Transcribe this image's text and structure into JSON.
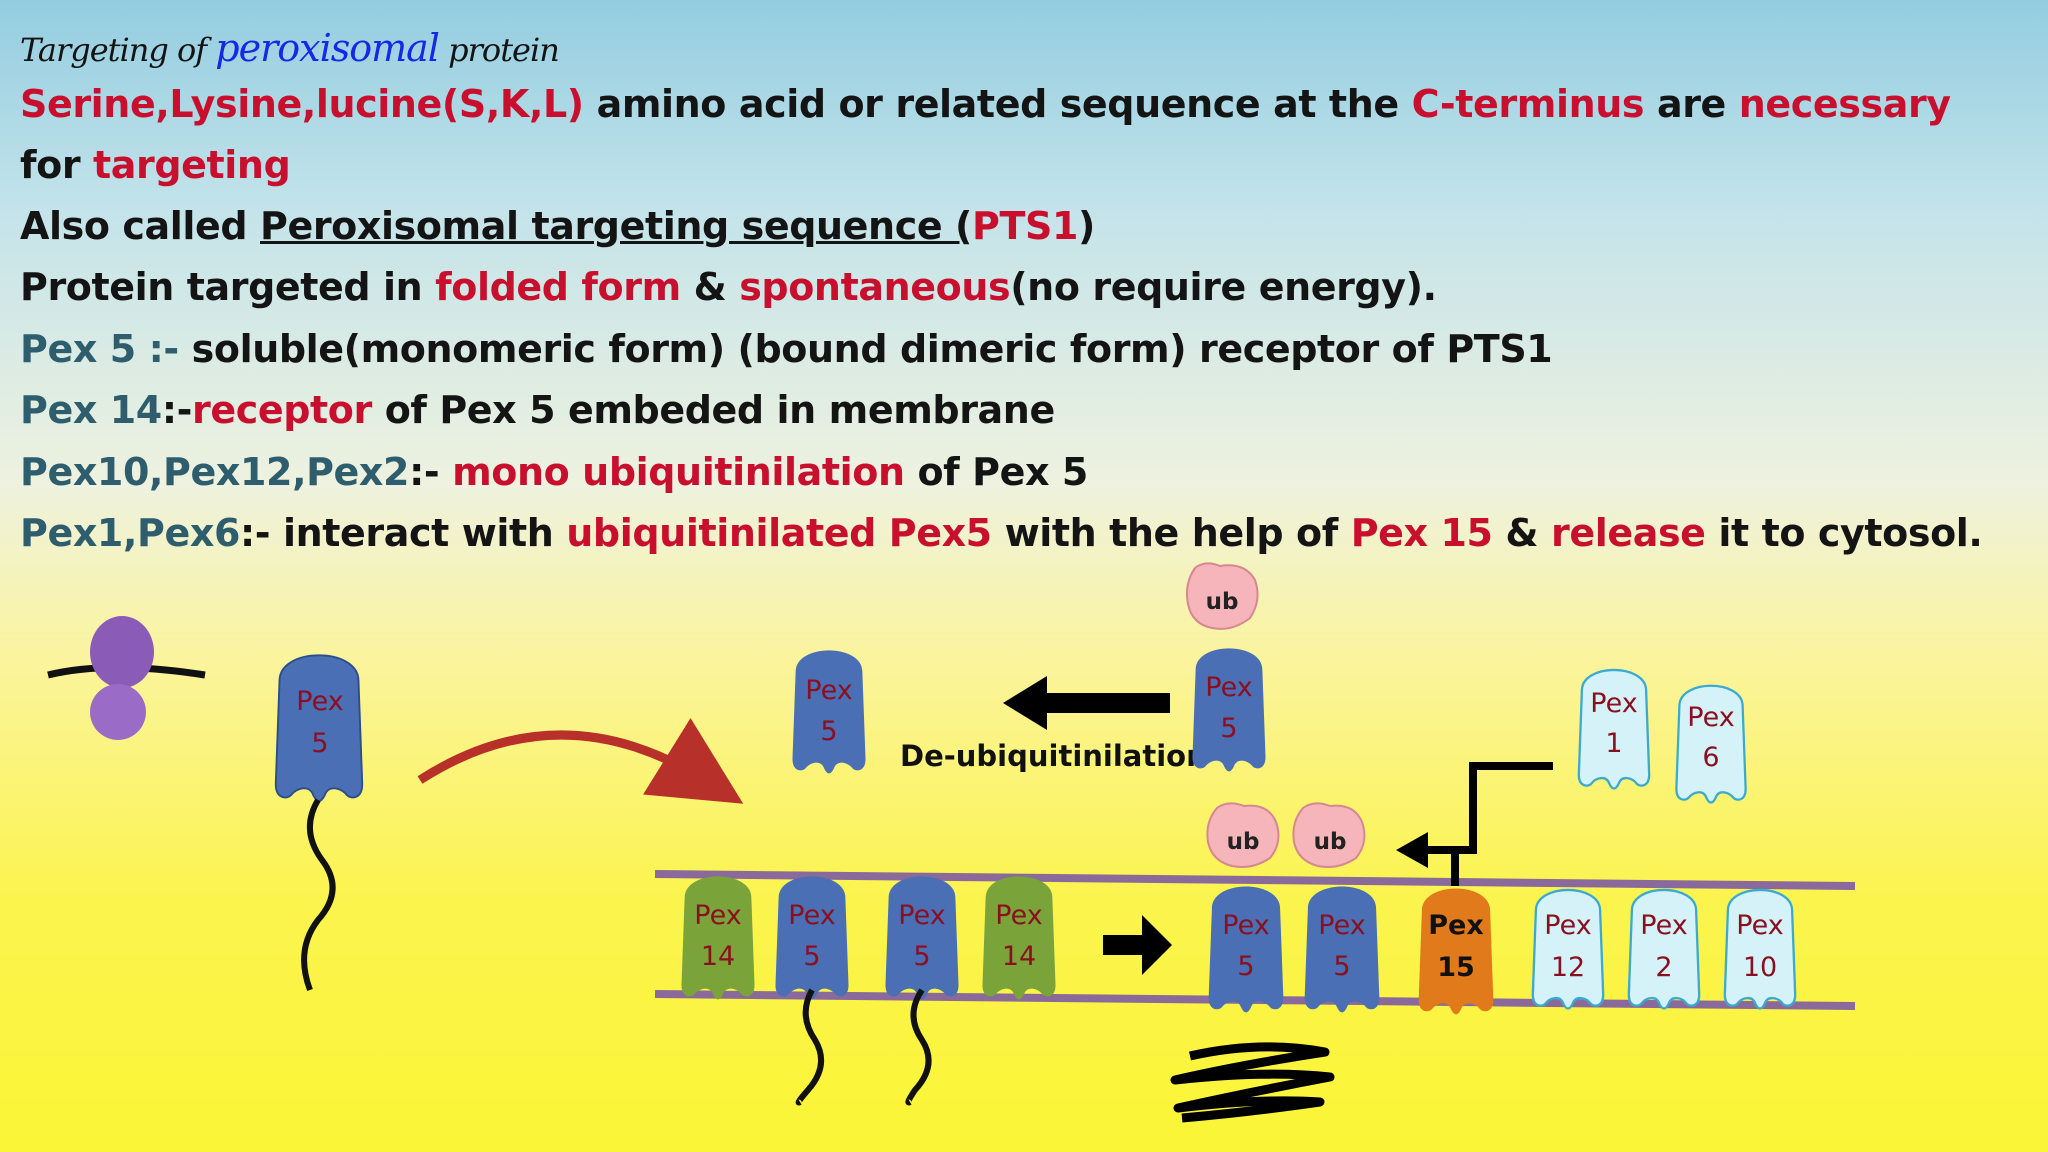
{
  "slide": {
    "title": {
      "prefix": "Targeting of ",
      "highlight": "peroxisomal",
      "suffix": " protein"
    },
    "lines": [
      {
        "a": "Serine,Lysine,lucine(S,K,L)",
        "b": " amino acid or related sequence at the ",
        "c": "C-terminus",
        "d": " are ",
        "e": "necessary"
      },
      {
        "a": "for ",
        "b": "targeting"
      },
      {
        "a": "Also called ",
        "b": "Peroxisomal targeting sequence (",
        "c": "PTS1",
        "d": ")"
      },
      {
        "a": "Protein targeted in ",
        "b": "folded form",
        "c": " & ",
        "d": "spontaneous",
        "e": "(no require energy)."
      },
      {
        "a": "Pex 5 :-",
        "b": " soluble(monomeric form) (bound dimeric form) receptor of PTS1"
      },
      {
        "a": "Pex 14",
        "b": ":-",
        "c": "receptor",
        "d": " of Pex 5 embeded in membrane"
      },
      {
        "a": "Pex10,Pex12,Pex2",
        "b": ":-  ",
        "c": "mono ubiquitinilation",
        "d": " of Pex 5"
      },
      {
        "a": "Pex1,Pex6",
        "b": ":- interact with ",
        "c": "ubiquitinilated Pex5",
        "d": " with the help of ",
        "e": "Pex 15",
        "f": " & ",
        "g": "release",
        "h": " it to cytosol."
      }
    ]
  },
  "diagram": {
    "proteins": [
      {
        "top": "Pex",
        "bottom": "5"
      },
      {
        "top": "Pex",
        "bottom": "5"
      },
      {
        "top": "Pex",
        "bottom": "5"
      },
      {
        "top": "Pex",
        "bottom": "1"
      },
      {
        "top": "Pex",
        "bottom": "6"
      },
      {
        "top": "Pex",
        "bottom": "14"
      },
      {
        "top": "Pex",
        "bottom": "5"
      },
      {
        "top": "Pex",
        "bottom": "5"
      },
      {
        "top": "Pex",
        "bottom": "14"
      },
      {
        "top": "Pex",
        "bottom": "5"
      },
      {
        "top": "Pex",
        "bottom": "5"
      },
      {
        "top": "Pex",
        "bottom": "15"
      },
      {
        "top": "Pex",
        "bottom": "12"
      },
      {
        "top": "Pex",
        "bottom": "2"
      },
      {
        "top": "Pex",
        "bottom": "10"
      }
    ],
    "ub_tags": [
      "ub",
      "ub",
      "ub"
    ],
    "deubiquitination_label": "De-ubiquitinilation",
    "colors": {
      "pex5": "#4a6fb5",
      "pex14": "#7aa33a",
      "pex15": "#e07a1a",
      "light_pex": "#d4f2f8",
      "ub": "#f6b4bb",
      "membrane": "#8a6a9a",
      "arrow": "#000000",
      "curved_arrow": "#b8302a",
      "cargo": "#8a5cb8"
    }
  }
}
